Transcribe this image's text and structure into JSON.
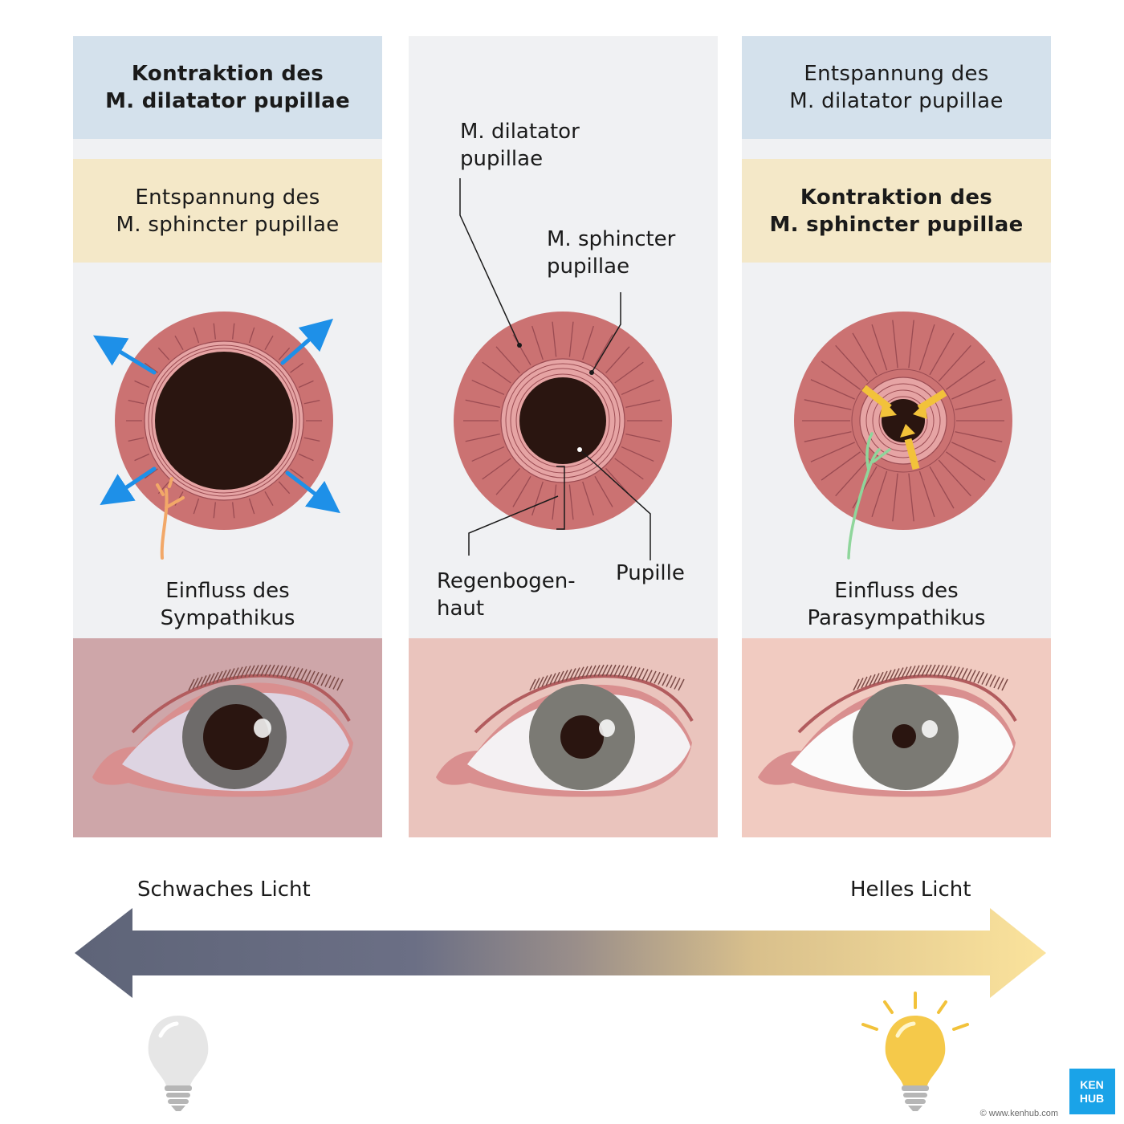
{
  "panels": {
    "left": {
      "top_box": [
        "Kontraktion des",
        "M. dilatator pupillae"
      ],
      "mid_box": [
        "Entspannung des",
        "M. sphincter pupillae"
      ],
      "caption": [
        "Einfluss des",
        "Sympathikus"
      ]
    },
    "middle": {
      "labels": {
        "dilatator": [
          "M. dilatator",
          "pupillae"
        ],
        "sphincter": [
          "M. sphincter",
          "pupillae"
        ],
        "iris": [
          "Regenbogen-",
          "haut"
        ],
        "pupil": "Pupille"
      }
    },
    "right": {
      "top_box": [
        "Entspannung des",
        "M. dilatator pupillae"
      ],
      "mid_box": [
        "Kontraktion des",
        "M. sphincter pupillae"
      ],
      "caption": [
        "Einfluss des",
        "Parasympathikus"
      ]
    }
  },
  "light_scale": {
    "left_label": "Schwaches Licht",
    "right_label": "Helles Licht"
  },
  "brand": {
    "logo_lines": [
      "KEN",
      "HUB"
    ],
    "copyright": "© www.kenhub.com",
    "logo_color": "#1aa3e8"
  },
  "colors": {
    "iris_muscle": "#cb7272",
    "pupil": "#2a1510",
    "dilation_arrow": "#1e90e8",
    "constriction_arrow": "#f2c23a",
    "sympathetic_nerve": "#f2a868",
    "parasympathetic_nerve": "#8fd69b",
    "dark_light": "#5e6478",
    "bright_light": "#fbe39c"
  },
  "icons": [
    "dim-bulb-icon",
    "bright-bulb-icon",
    "kenhub-logo"
  ]
}
